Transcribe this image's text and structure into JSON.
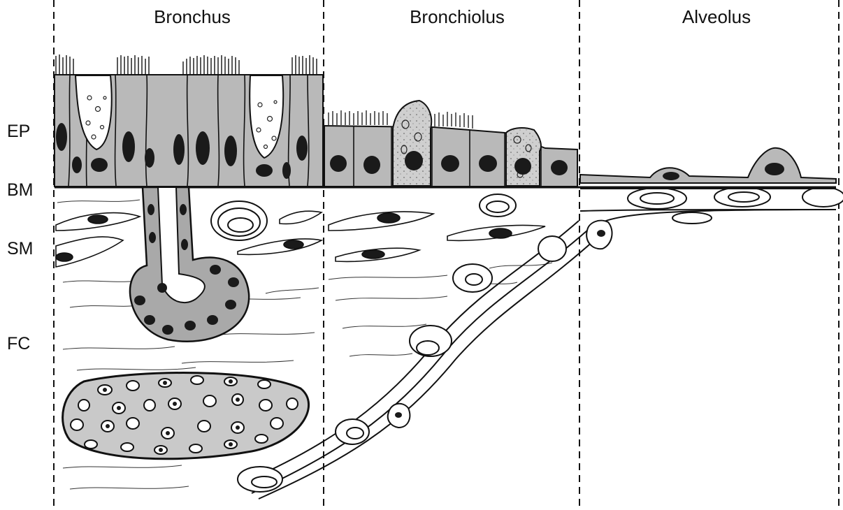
{
  "regions": {
    "bronchus": "Bronchus",
    "bronchiolus": "Bronchiolus",
    "alveolus": "Alveolus"
  },
  "layers": {
    "ep": "EP",
    "bm": "BM",
    "sm": "SM",
    "fc": "FC"
  },
  "colors": {
    "ink": "#111111",
    "cell_fill": "#b9b9b9",
    "gland_fill": "#a9a9a9",
    "mucus_fill": "#ffffff",
    "nucleus": "#1a1a1a",
    "background": "#ffffff"
  }
}
